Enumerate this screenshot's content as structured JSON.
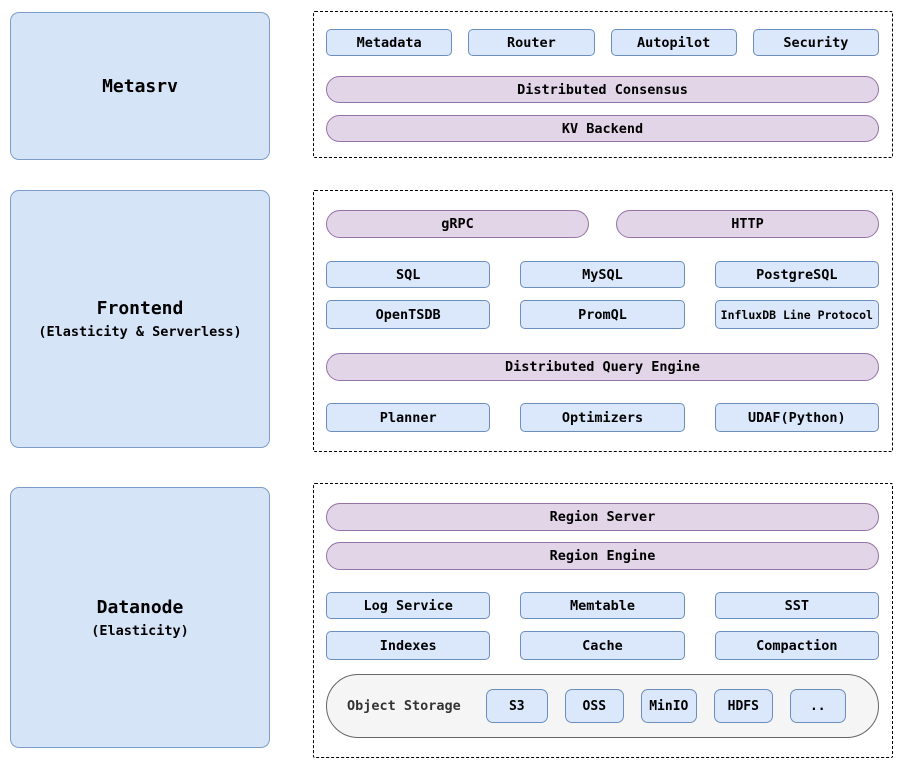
{
  "metasrv": {
    "title": "Metasrv",
    "services": [
      "Metadata",
      "Router",
      "Autopilot",
      "Security"
    ],
    "pills": [
      "Distributed Consensus",
      "KV Backend"
    ]
  },
  "frontend": {
    "title": "Frontend",
    "subtitle": "(Elasticity & Serverless)",
    "entry_pills": [
      "gRPC",
      "HTTP"
    ],
    "protocols_row1": [
      "SQL",
      "MySQL",
      "PostgreSQL"
    ],
    "protocols_row2": [
      "OpenTSDB",
      "PromQL",
      "InfluxDB Line Protocol"
    ],
    "engine_pill": "Distributed Query Engine",
    "engine_parts": [
      "Planner",
      "Optimizers",
      "UDAF(Python)"
    ]
  },
  "datanode": {
    "title": "Datanode",
    "subtitle": "(Elasticity)",
    "pills": [
      "Region Server",
      "Region Engine"
    ],
    "components_row1": [
      "Log Service",
      "Memtable",
      "SST"
    ],
    "components_row2": [
      "Indexes",
      "Cache",
      "Compaction"
    ],
    "object_storage": {
      "label": "Object Storage",
      "backends": [
        "S3",
        "OSS",
        "MinIO",
        "HDFS",
        ".."
      ]
    }
  },
  "colors": {
    "panel_fill": "#d6e4f7",
    "panel_border": "#7e9cc9",
    "node_fill": "#dbe8fc",
    "node_border": "#6c8ebf",
    "pill_fill": "#e1d5e7",
    "pill_border": "#9673a6",
    "storage_fill": "#f5f5f5",
    "storage_border": "#666666",
    "dashed_border": "#000000"
  }
}
